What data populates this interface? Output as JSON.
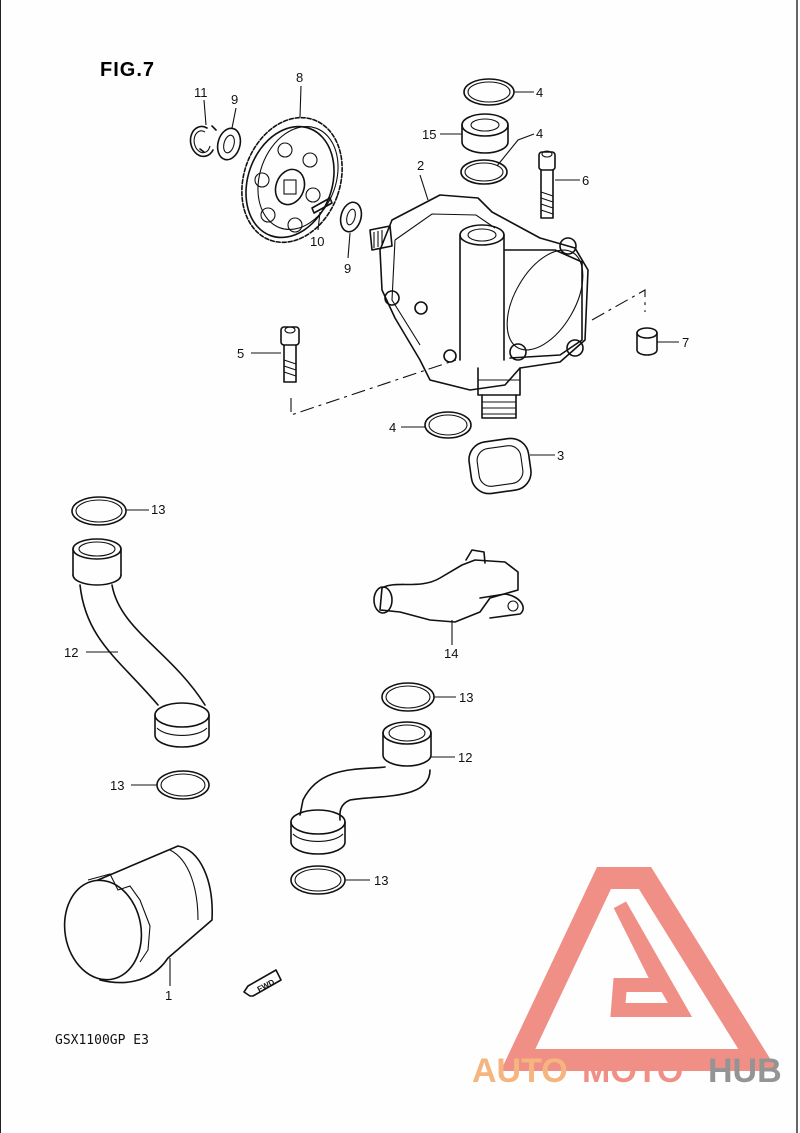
{
  "figure": {
    "title": "FIG.7",
    "model": "GSX1100GP  E3",
    "fwd_label": "FWD"
  },
  "callouts": [
    {
      "id": "c11a",
      "label": "11"
    },
    {
      "id": "c9a",
      "label": "9"
    },
    {
      "id": "c8",
      "label": "8"
    },
    {
      "id": "c10",
      "label": "10"
    },
    {
      "id": "c9b",
      "label": "9"
    },
    {
      "id": "c4a",
      "label": "4"
    },
    {
      "id": "c15",
      "label": "15"
    },
    {
      "id": "c4b",
      "label": "4"
    },
    {
      "id": "c2",
      "label": "2"
    },
    {
      "id": "c6",
      "label": "6"
    },
    {
      "id": "c7",
      "label": "7"
    },
    {
      "id": "c5",
      "label": "5"
    },
    {
      "id": "c4c",
      "label": "4"
    },
    {
      "id": "c3",
      "label": "3"
    },
    {
      "id": "c13a",
      "label": "13"
    },
    {
      "id": "c12a",
      "label": "12"
    },
    {
      "id": "c14",
      "label": "14"
    },
    {
      "id": "c13b",
      "label": "13"
    },
    {
      "id": "c12b",
      "label": "12"
    },
    {
      "id": "c13c",
      "label": "13"
    },
    {
      "id": "c13d",
      "label": "13"
    },
    {
      "id": "c1",
      "label": "1"
    }
  ],
  "watermark": {
    "brand_part1": "AUTO",
    "brand_part2": "MOTO",
    "brand_part3": "HUB",
    "colors": {
      "orange": "#f5b27a",
      "red": "#f08a80",
      "gray": "#8f8f8f"
    }
  }
}
